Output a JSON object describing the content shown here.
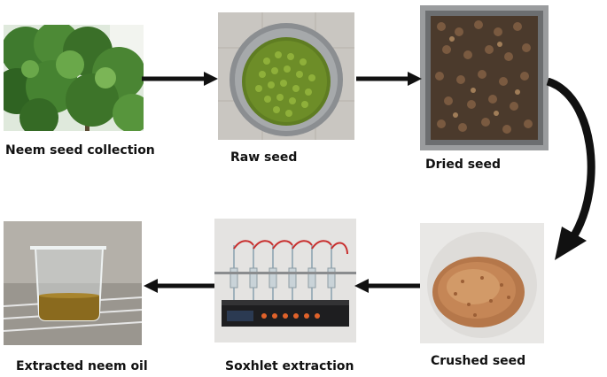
{
  "steps": [
    {
      "label": "Neem seed collection"
    },
    {
      "label": "Raw seed"
    },
    {
      "label": "Dried seed"
    },
    {
      "label": "Crushed seed"
    },
    {
      "label": "Soxhlet extraction"
    },
    {
      "label": "Extracted neem oil"
    }
  ],
  "colors": {
    "arrow": "#111111",
    "label": "#111111"
  }
}
